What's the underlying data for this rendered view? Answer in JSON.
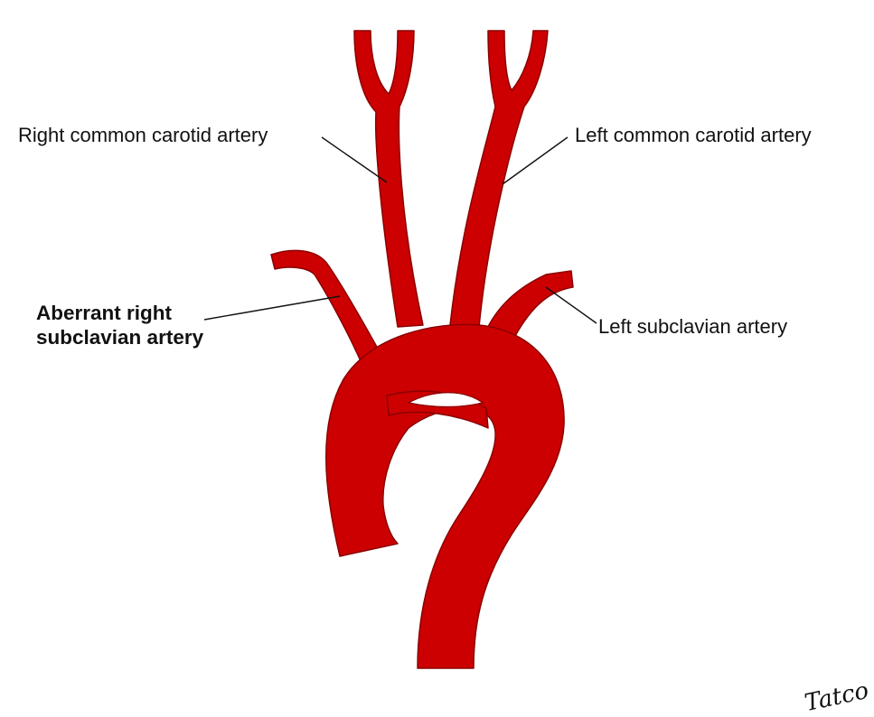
{
  "labels": {
    "right_common_carotid": "Right common carotid artery",
    "left_common_carotid": "Left common carotid artery",
    "aberrant_right_subclavian_line1": "Aberrant right",
    "aberrant_right_subclavian_line2": "subclavian artery",
    "left_subclavian": "Left subclavian artery"
  },
  "signature": "Tatco",
  "colors": {
    "artery_fill": "#cc0000",
    "artery_stroke": "#8a0000",
    "leader_line": "#111111",
    "background": "#ffffff"
  }
}
